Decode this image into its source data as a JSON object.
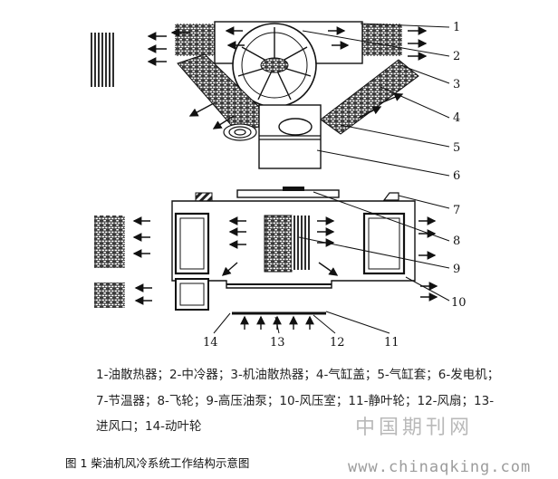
{
  "figure": {
    "callout_numbers": [
      "1",
      "2",
      "3",
      "4",
      "5",
      "6",
      "7",
      "8",
      "9",
      "10",
      "11",
      "12",
      "13",
      "14"
    ],
    "legend_lines": [
      "1-油散热器；2-中冷器；3-机油散热器；4-气缸盖；5-气缸套；6-发电机；",
      "7-节温器；8-飞轮；9-高压油泵；10-风压室；11-静叶轮；12-风扇；13-",
      "进风口；14-动叶轮"
    ],
    "caption": "图 1 柴油机风冷系统工作结构示意图"
  },
  "watermark": {
    "site_name_cn": "中国期刊网",
    "site_url": "www.chinaqking.com"
  }
}
